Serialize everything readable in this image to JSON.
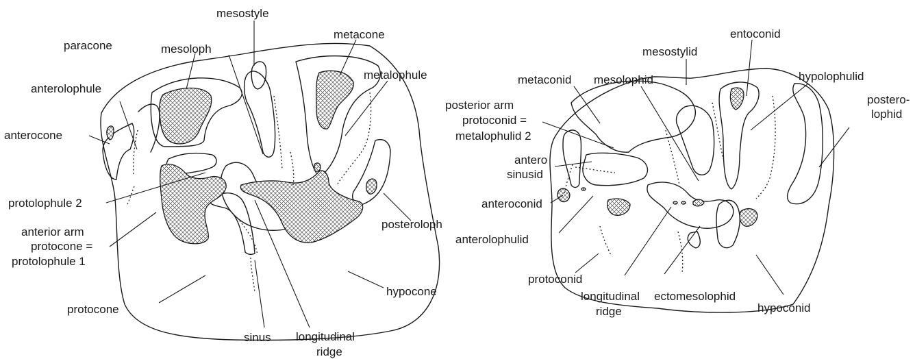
{
  "upper_molar": {
    "labels": {
      "mesostyle": "mesostyle",
      "metacone": "metacone",
      "paracone": "paracone",
      "mesoloph": "mesoloph",
      "metalophule": "metalophule",
      "anterolophule": "anterolophule",
      "anterocone": "anterocone",
      "protolophule_2": "protolophule 2",
      "anterior_arm_1": "anterior arm",
      "anterior_arm_2": "protocone =",
      "anterior_arm_3": "protolophule 1",
      "posteroloph": "posteroloph",
      "hypocone": "hypocone",
      "protocone": "protocone",
      "sinus": "sinus",
      "longitudinal_ridge_1": "longitudinal",
      "longitudinal_ridge_2": "ridge"
    }
  },
  "lower_molar": {
    "labels": {
      "entoconid": "entoconid",
      "mesostylid": "mesostylid",
      "metaconid": "metaconid",
      "mesolophid": "mesolophid",
      "hypolophulid": "hypolophulid",
      "posterolophid_1": "postero-",
      "posterolophid_2": "lophid",
      "posterior_arm_1": "posterior arm",
      "posterior_arm_2": "protoconid =",
      "posterior_arm_3": "metalophulid 2",
      "antero_sinusid_1": "antero",
      "antero_sinusid_2": "sinusid",
      "anteroconid": "anteroconid",
      "anterolophulid": "anterolophulid",
      "protoconid": "protoconid",
      "longitudinal_ridge_1": "longitudinal",
      "longitudinal_ridge_2": "ridge",
      "ectomesolophid": "ectomesolophid",
      "hypoconid": "hypoconid"
    }
  }
}
